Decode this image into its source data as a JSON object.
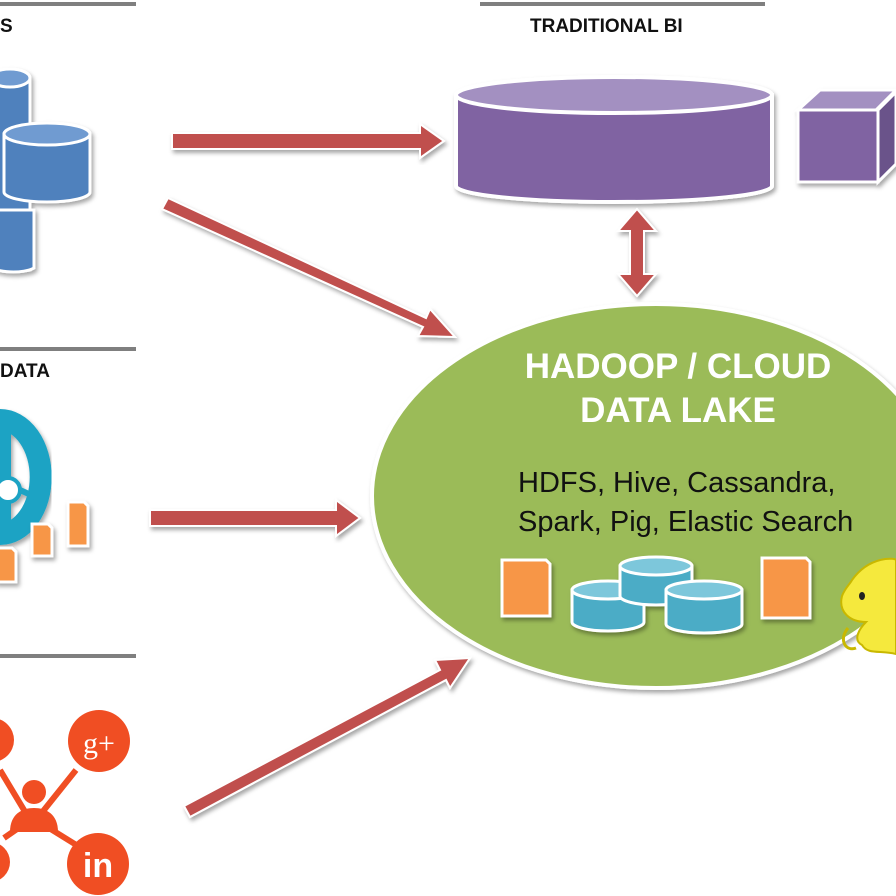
{
  "sections": {
    "top_left_label": "S",
    "top_right_label": "TRADITIONAL BI",
    "middle_left_label": "DATA"
  },
  "lake": {
    "title_line1": "HADOOP / CLOUD",
    "title_line2": "DATA LAKE",
    "tech_line1": "HDFS, Hive, Cassandra,",
    "tech_line2": "Spark, Pig, Elastic Search"
  },
  "social": {
    "gplus": "g+",
    "linkedin": "in"
  },
  "colors": {
    "arrow": "#c0504d",
    "lake_fill": "#9bbb59",
    "warehouse_fill": "#8064a2",
    "database_fill": "#4f81bd",
    "document_fill": "#f79646",
    "social_fill": "#f04e23",
    "cyan_icon": "#1fa3c4",
    "divider": "#7f7f7f"
  }
}
